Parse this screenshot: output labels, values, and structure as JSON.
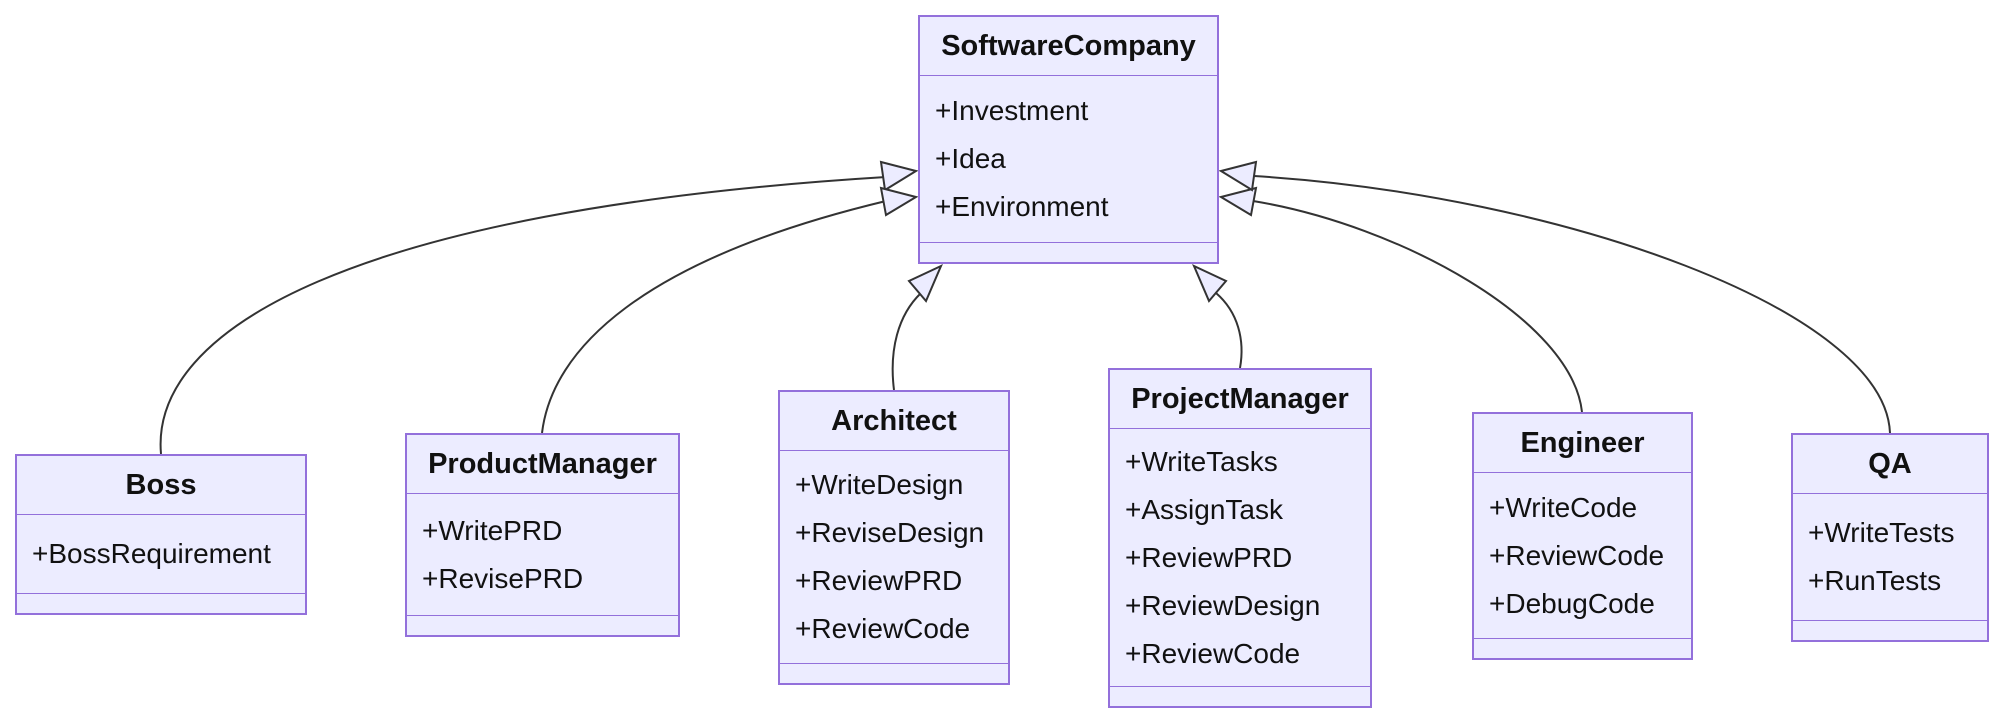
{
  "diagram": {
    "type": "uml-class-diagram",
    "colors": {
      "node_fill": "#ECECFF",
      "node_border": "#9370DB",
      "edge_line": "#333333",
      "text": "#111111",
      "background": "#FFFFFF"
    },
    "classes": [
      {
        "name": "SoftwareCompany",
        "attributes": [
          "+Investment",
          "+Idea",
          "+Environment"
        ],
        "methods": []
      },
      {
        "name": "Boss",
        "attributes": [
          "+BossRequirement"
        ],
        "methods": []
      },
      {
        "name": "ProductManager",
        "attributes": [
          "+WritePRD",
          "+RevisePRD"
        ],
        "methods": []
      },
      {
        "name": "Architect",
        "attributes": [
          "+WriteDesign",
          "+ReviseDesign",
          "+ReviewPRD",
          "+ReviewCode"
        ],
        "methods": []
      },
      {
        "name": "ProjectManager",
        "attributes": [
          "+WriteTasks",
          "+AssignTask",
          "+ReviewPRD",
          "+ReviewDesign",
          "+ReviewCode"
        ],
        "methods": []
      },
      {
        "name": "Engineer",
        "attributes": [
          "+WriteCode",
          "+ReviewCode",
          "+DebugCode"
        ],
        "methods": []
      },
      {
        "name": "QA",
        "attributes": [
          "+WriteTests",
          "+RunTests"
        ],
        "methods": []
      }
    ],
    "relations": [
      {
        "from": "Boss",
        "to": "SoftwareCompany",
        "type": "inheritance",
        "arrowhead": "hollow-triangle"
      },
      {
        "from": "ProductManager",
        "to": "SoftwareCompany",
        "type": "inheritance",
        "arrowhead": "hollow-triangle"
      },
      {
        "from": "Architect",
        "to": "SoftwareCompany",
        "type": "inheritance",
        "arrowhead": "hollow-triangle"
      },
      {
        "from": "ProjectManager",
        "to": "SoftwareCompany",
        "type": "inheritance",
        "arrowhead": "hollow-triangle"
      },
      {
        "from": "Engineer",
        "to": "SoftwareCompany",
        "type": "inheritance",
        "arrowhead": "hollow-triangle"
      },
      {
        "from": "QA",
        "to": "SoftwareCompany",
        "type": "inheritance",
        "arrowhead": "hollow-triangle"
      }
    ]
  }
}
